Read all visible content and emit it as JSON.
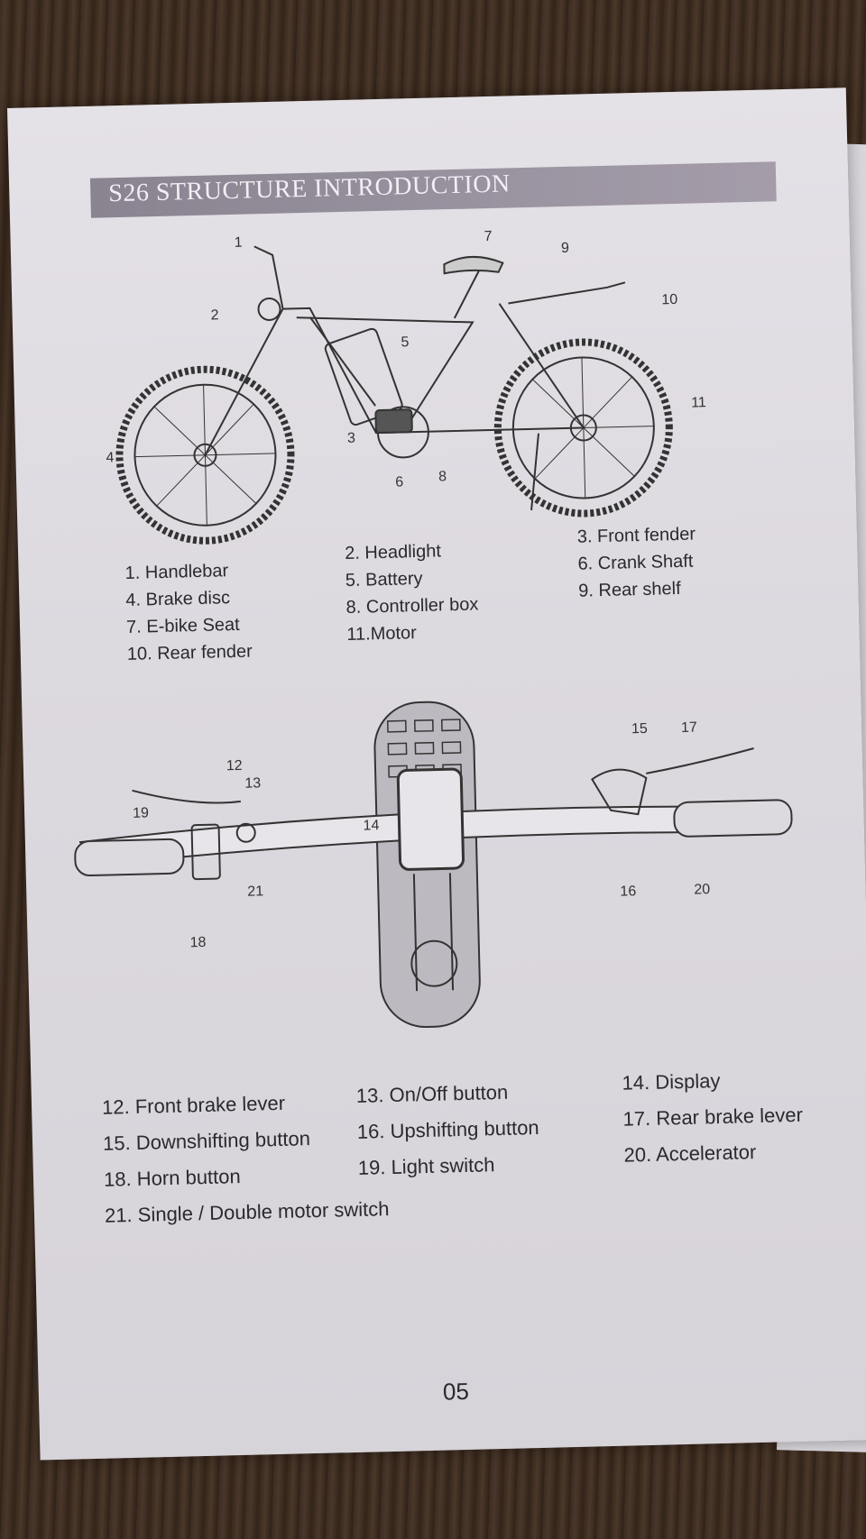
{
  "title": "S26 STRUCTURE INTRODUCTION",
  "bike_callouts": [
    "1",
    "2",
    "3",
    "4",
    "5",
    "6",
    "7",
    "8",
    "9",
    "10",
    "11"
  ],
  "bike_legend": [
    "1. Handlebar",
    "4. Brake disc",
    "7. E-bike Seat",
    "10. Rear fender",
    "2. Headlight",
    "5. Battery",
    "8. Controller box",
    "11.Motor",
    "3. Front fender",
    "6. Crank Shaft",
    "9. Rear shelf"
  ],
  "handlebar_callouts": [
    "12",
    "13",
    "14",
    "15",
    "16",
    "17",
    "18",
    "19",
    "20",
    "21"
  ],
  "handlebar_legend": [
    "12. Front brake lever",
    "15. Downshifting button",
    "18. Horn button",
    "21. Single / Double motor switch",
    "13. On/Off button",
    "16. Upshifting button",
    "19. Light switch",
    "14. Display",
    "17. Rear brake lever",
    "20. Accelerator"
  ],
  "page_number": "05",
  "colors": {
    "title_bar": "#8a8390",
    "paper": "#e0dde3",
    "ink": "#2a2a2e"
  }
}
